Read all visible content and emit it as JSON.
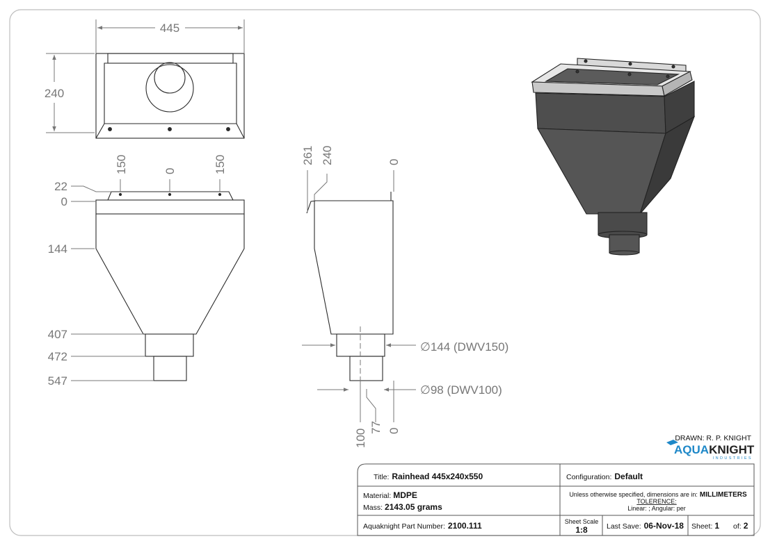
{
  "top_view": {
    "width_dim": "445",
    "height_dim": "240"
  },
  "front_view": {
    "top_ticks": [
      "150",
      "0",
      "150"
    ],
    "left_dims": [
      "22",
      "0",
      "144",
      "407",
      "472",
      "547"
    ]
  },
  "side_view": {
    "top_ticks": [
      "261",
      "240",
      "0"
    ],
    "bottom_ticks": [
      "100",
      "77",
      "0"
    ],
    "diameter_144": "144 (DWV150)",
    "diameter_98": "98 (DWV100)",
    "diameter_symbol": "∅"
  },
  "title_block": {
    "drawn_by": "DRAWN: R. P. KNIGHT",
    "logo_main_a": "AQUA",
    "logo_main_b": "KNIGHT",
    "logo_sub": "INDUSTRIES",
    "title_label": "Title:",
    "title_value": "Rainhead 445x240x550",
    "configuration_label": "Configuration:",
    "configuration_value": "Default",
    "material_label": "Material:",
    "material_value": "MDPE",
    "mass_label": "Mass:",
    "mass_value": "2143.05 grams",
    "units_text": "Unless otherwise specified, dimensions are in:",
    "units_value": "MILLIMETERS",
    "tolerance_label": "TOLERENCE:",
    "tolerance_text": "Linear: ; Angular:  per",
    "part_number_label": "Aquaknight Part Number:",
    "part_number_value": "2100.111",
    "sheet_scale_label": "Sheet Scale",
    "sheet_scale_value": "1:8",
    "last_save_label": "Last Save:",
    "last_save_value": "06-Nov-18",
    "sheet_label": "Sheet:",
    "sheet_value": "1",
    "of_label": "of:",
    "of_value": "2"
  },
  "colors": {
    "line": "#2a2a2a",
    "dim": "#777777",
    "logo_blue": "#1e88c8",
    "body_dark": "#4a4a4a"
  }
}
